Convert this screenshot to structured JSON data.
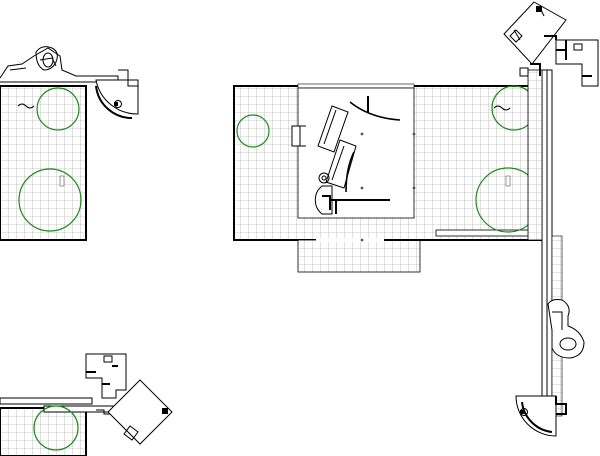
{
  "diagram": {
    "kind": "floor-plan",
    "colors": {
      "background": "#ffffff",
      "line": "#000000",
      "grid": "#9a9a9a",
      "tree": "#1a8a1a"
    },
    "panels": [
      {
        "name": "panel-top-left",
        "grid_spacing": 8,
        "trees": 2,
        "grid": true
      },
      {
        "name": "panel-center",
        "grid_spacing": 8,
        "trees": 3,
        "grid": true
      },
      {
        "name": "panel-right-vertical",
        "grid_spacing": 8,
        "trees": 0,
        "grid": true
      },
      {
        "name": "panel-bottom-left",
        "grid_spacing": 8,
        "trees": 1,
        "grid": true
      }
    ]
  }
}
